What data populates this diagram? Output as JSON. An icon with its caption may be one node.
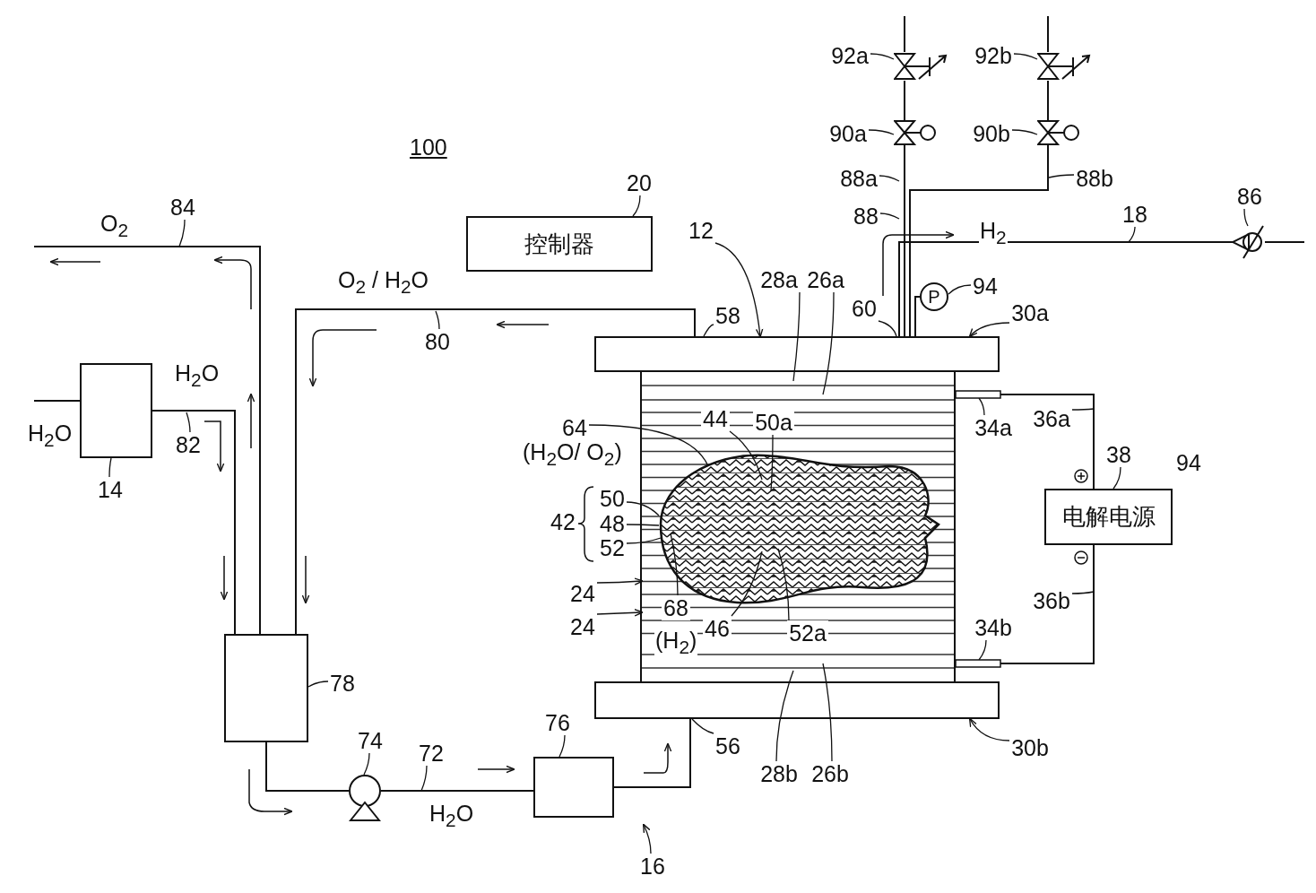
{
  "diagram": {
    "nodes": [
      {
        "text": [
          "控制器"
        ]
      },
      {
        "text": [],
        "shape": "box"
      },
      {
        "text": [],
        "shape": "box"
      },
      {
        "text": [],
        "shape": "circle"
      },
      {
        "text": [],
        "shape": "box"
      },
      {
        "text": [],
        "shape": "bar"
      },
      {
        "text": [],
        "shape": "bar"
      },
      {
        "text": [],
        "shape": "box"
      },
      {
        "text": [
          "电解电源"
        ]
      },
      {
        "text": [],
        "shape": "picture"
      },
      {
        "text": [
          "P"
        ]
      },
      {
        "text": [],
        "shape": "picture"
      },
      {
        "text": [],
        "shape": "picture"
      },
      {
        "text": [],
        "shape": "picture"
      },
      {
        "text": [],
        "shape": "picture"
      },
      {
        "text": [
          "20"
        ]
      },
      {
        "text": [
          "14"
        ]
      },
      {
        "text": [
          "78"
        ]
      },
      {
        "text": [
          "74"
        ]
      },
      {
        "text": [
          "76"
        ]
      },
      {
        "text": [
          "38"
        ]
      },
      {
        "text": [
          "86"
        ]
      },
      {
        "text": [
          "94"
        ]
      },
      {
        "text": [
          "90a"
        ]
      },
      {
        "text": [
          "92a"
        ]
      },
      {
        "text": [
          "90b"
        ]
      },
      {
        "text": [
          "92b"
        ]
      },
      {
        "text": [
          "12"
        ]
      },
      {
        "text": [
          "28a"
        ]
      },
      {
        "text": [
          "26a"
        ]
      },
      {
        "text": [
          "30a"
        ]
      },
      {
        "text": [
          "64"
        ]
      },
      {
        "text": [
          "28b"
        ]
      },
      {
        "text": [
          "26b"
        ]
      },
      {
        "text": [
          "30b"
        ]
      },
      {
        "text": [
          "58"
        ]
      },
      {
        "text": [
          "60"
        ]
      },
      {
        "text": [
          "84"
        ]
      },
      {
        "text": [
          "88a"
        ]
      },
      {
        "text": [
          "88b"
        ]
      },
      {
        "text": [
          "88"
        ]
      },
      {
        "text": [
          "18"
        ]
      },
      {
        "text": [
          "80"
        ]
      },
      {
        "text": [
          "82"
        ]
      },
      {
        "text": [
          "44"
        ],
        "in": 7
      },
      {
        "text": [
          "50a"
        ],
        "in": 7
      },
      {
        "text": [
          "34a"
        ]
      },
      {
        "text": [
          "36a"
        ]
      },
      {
        "text": [
          "50"
        ]
      },
      {
        "text": [
          "48"
        ]
      },
      {
        "text": [
          "52"
        ]
      },
      {
        "text": [
          "24"
        ]
      },
      {
        "text": [
          "24"
        ]
      },
      {
        "text": [
          "68"
        ],
        "in": 7
      },
      {
        "text": [
          "46"
        ],
        "in": 7
      },
      {
        "text": [
          "52a"
        ],
        "in": 7
      },
      {
        "text": [
          "34b"
        ]
      },
      {
        "text": [
          "36b"
        ]
      },
      {
        "text": [
          "72"
        ]
      },
      {
        "text": [
          "56"
        ]
      },
      {
        "text": [
          "16"
        ]
      },
      {
        "text": [
          "94"
        ]
      },
      {
        "text": [
          "42"
        ]
      }
    ],
    "edges": [
      {
        "from": null,
        "to": 1,
        "arrow": "none"
      },
      {
        "from": 1,
        "to": 2,
        "arrow": "none"
      },
      {
        "from": 2,
        "to": null,
        "arrow": "none"
      },
      {
        "from": 5,
        "to": 2,
        "arrow": "none"
      },
      {
        "from": 2,
        "to": 3,
        "arrow": "none"
      },
      {
        "from": 3,
        "to": 4,
        "arrow": "none"
      },
      {
        "from": 4,
        "to": 6,
        "arrow": "none"
      },
      {
        "from": 5,
        "to": 9,
        "arrow": "none"
      },
      {
        "from": 9,
        "to": null,
        "arrow": "none"
      },
      {
        "from": 10,
        "to": 5,
        "arrow": "none"
      },
      {
        "from": 5,
        "to": 11,
        "arrow": "none"
      },
      {
        "from": 11,
        "to": 12,
        "arrow": "none"
      },
      {
        "from": 12,
        "to": null,
        "arrow": "none"
      },
      {
        "from": 5,
        "to": 13,
        "arrow": "none"
      },
      {
        "from": 13,
        "to": 14,
        "arrow": "none"
      },
      {
        "from": 14,
        "to": null,
        "arrow": "none"
      },
      {
        "from": 8,
        "to": 7,
        "arrow": "none"
      },
      {
        "from": 8,
        "to": 7,
        "arrow": "none"
      },
      {
        "from": 15,
        "to": 0,
        "arrow": "none"
      },
      {
        "from": 16,
        "to": 1,
        "arrow": "none"
      },
      {
        "from": 17,
        "to": 2,
        "arrow": "none"
      },
      {
        "from": 18,
        "to": 3,
        "arrow": "none"
      },
      {
        "from": 19,
        "to": 4,
        "arrow": "none"
      },
      {
        "from": 20,
        "to": 8,
        "arrow": "none"
      },
      {
        "from": 21,
        "to": 9,
        "arrow": "none"
      },
      {
        "from": 22,
        "to": 10,
        "arrow": "none"
      },
      {
        "from": 23,
        "to": 11,
        "arrow": "none"
      },
      {
        "from": 24,
        "to": 12,
        "arrow": "none"
      },
      {
        "from": 25,
        "to": 13,
        "arrow": "none"
      },
      {
        "from": 26,
        "to": 14,
        "arrow": "none"
      },
      {
        "from": 27,
        "to": 5,
        "arrow": "to"
      },
      {
        "from": 28,
        "to": 7,
        "arrow": "none"
      },
      {
        "from": 29,
        "to": 7,
        "arrow": "none"
      },
      {
        "from": 30,
        "to": 5,
        "arrow": "to"
      },
      {
        "from": 31,
        "to": 7,
        "arrow": "none"
      },
      {
        "from": 32,
        "to": 7,
        "arrow": "none"
      },
      {
        "from": 33,
        "to": 7,
        "arrow": "none"
      },
      {
        "from": 34,
        "to": 6,
        "arrow": "to"
      },
      {
        "from": 35,
        "to": 5,
        "arrow": "none"
      },
      {
        "from": 36,
        "to": 5,
        "arrow": "none"
      },
      {
        "from": 37,
        "to": null,
        "arrow": "none"
      },
      {
        "from": 38,
        "to": null,
        "arrow": "none"
      },
      {
        "from": 39,
        "to": null,
        "arrow": "none"
      },
      {
        "from": 40,
        "to": null,
        "arrow": "none"
      },
      {
        "from": 41,
        "to": null,
        "arrow": "none"
      },
      {
        "from": 42,
        "to": null,
        "arrow": "none"
      },
      {
        "from": 43,
        "to": null,
        "arrow": "none"
      },
      {
        "from": 44,
        "to": 7,
        "arrow": "none"
      },
      {
        "from": 45,
        "to": 7,
        "arrow": "none"
      },
      {
        "from": 46,
        "to": null,
        "arrow": "none"
      },
      {
        "from": 47,
        "to": null,
        "arrow": "none"
      },
      {
        "from": 48,
        "to": 7,
        "arrow": "none"
      },
      {
        "from": 49,
        "to": 7,
        "arrow": "none"
      },
      {
        "from": 50,
        "to": 7,
        "arrow": "none"
      },
      {
        "from": 51,
        "to": 7,
        "arrow": "to"
      },
      {
        "from": 52,
        "to": 7,
        "arrow": "to"
      },
      {
        "from": 53,
        "to": 7,
        "arrow": "none"
      },
      {
        "from": 54,
        "to": 7,
        "arrow": "none"
      },
      {
        "from": 55,
        "to": 7,
        "arrow": "none"
      },
      {
        "from": 56,
        "to": null,
        "arrow": "none"
      },
      {
        "from": 57,
        "to": null,
        "arrow": "none"
      },
      {
        "from": 58,
        "to": null,
        "arrow": "none"
      },
      {
        "from": 59,
        "to": 6,
        "arrow": "none"
      },
      {
        "from": 60,
        "to": null,
        "arrow": "to"
      }
    ],
    "labels": [
      "100",
      "O$_{2}$",
      "H$_{2}$",
      "O$_{2}$ / H$_{2}$O",
      "H$_{2}$O",
      "H$_{2}$O",
      "(H$_{2}$O/ O$_{2}$)",
      "(H$_{2}$)",
      "H$_{2}$O"
    ]
  }
}
